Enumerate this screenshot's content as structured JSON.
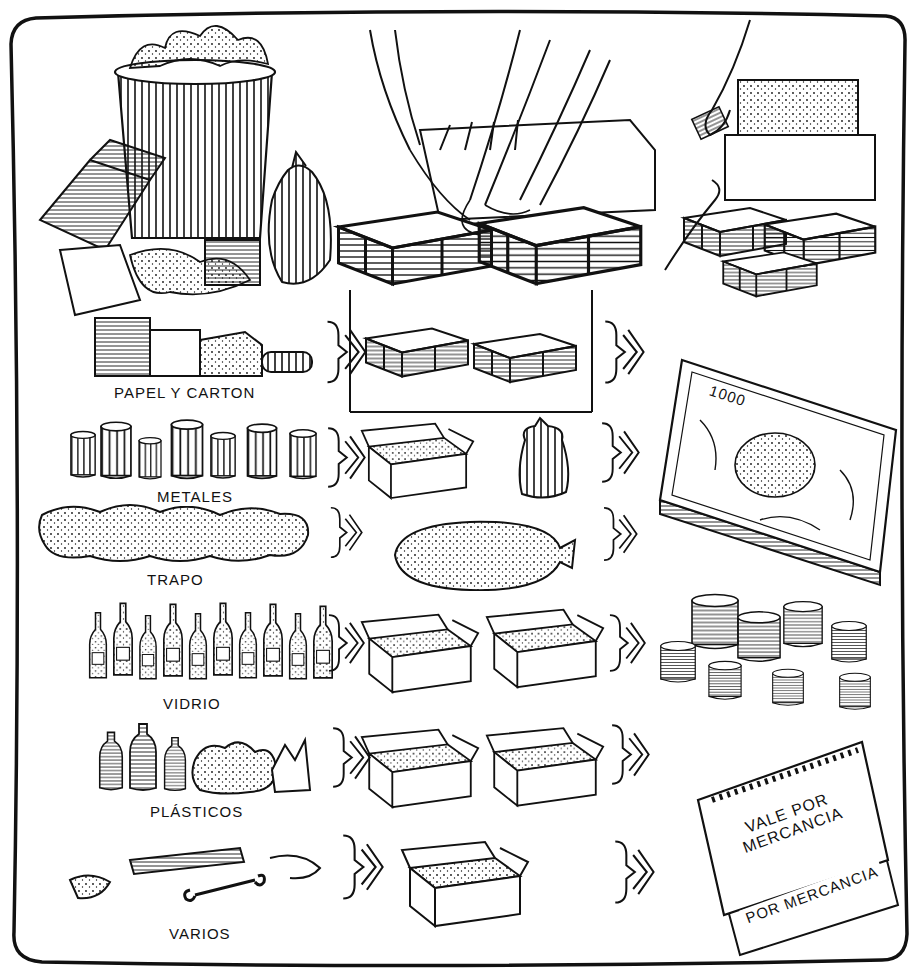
{
  "diagram": {
    "labels": [
      "PAPEL Y CARTON",
      "1000",
      "METALES",
      "TRAPO",
      "VIDRIO",
      "PLÁSTICOS",
      "VALE POR MERCANCIA",
      "POR MERCANCIA",
      "VARIOS"
    ]
  }
}
